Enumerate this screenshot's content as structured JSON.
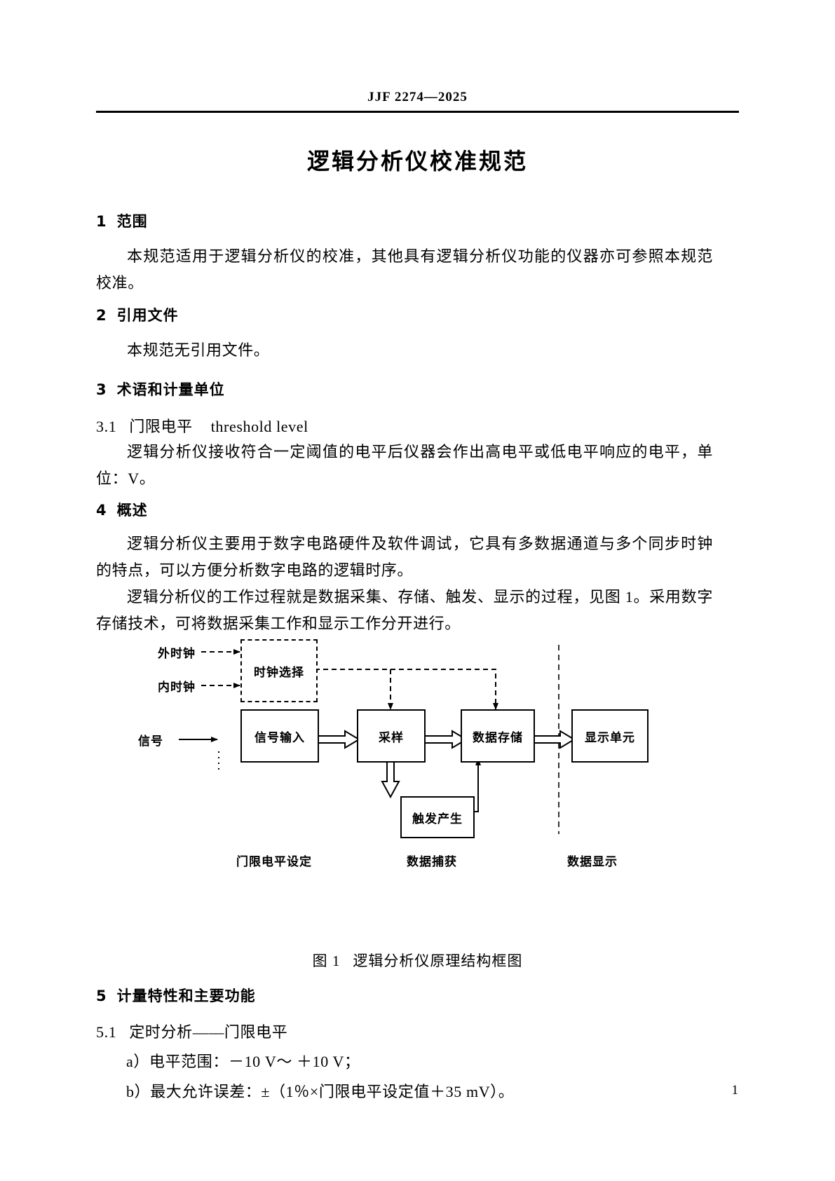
{
  "header": {
    "standard_no": "JJF 2274—2025"
  },
  "doc_title": "逻辑分析仪校准规范",
  "sections": [
    {
      "num": "1",
      "title": "范围"
    },
    {
      "num": "2",
      "title": "引用文件"
    },
    {
      "num": "3",
      "title": "术语和计量单位"
    },
    {
      "num": "4",
      "title": "概述"
    },
    {
      "num": "5",
      "title": "计量特性和主要功能"
    }
  ],
  "paragraphs": {
    "scope": "本规范适用于逻辑分析仪的校准，其他具有逻辑分析仪功能的仪器亦可参照本规范校准。",
    "references": "本规范无引用文件。",
    "term_def": "逻辑分析仪接收符合一定阈值的电平后仪器会作出高电平或低电平响应的电平，单位：V。",
    "overview_1": "逻辑分析仪主要用于数字电路硬件及软件调试，它具有多数据通道与多个同步时钟的特点，可以方便分析数字电路的逻辑时序。",
    "overview_2": "逻辑分析仪的工作过程就是数据采集、存储、触发、显示的过程，见图 1。采用数字存储技术，可将数据采集工作和显示工作分开进行。"
  },
  "term": {
    "num": "3.1",
    "cn": "门限电平",
    "en": "threshold level"
  },
  "subsection_5_1": {
    "num": "5.1",
    "title": "定时分析——门限电平",
    "items": [
      "a）电平范围：－10 V～ ＋10 V；",
      "b）最大允许误差：±（1％×门限电平设定值＋35 mV）。"
    ]
  },
  "figure": {
    "caption_label": "图 1",
    "caption_text": "逻辑分析仪原理结构框图",
    "inputs": [
      {
        "name": "ext-clock",
        "label": "外时钟"
      },
      {
        "name": "int-clock",
        "label": "内时钟"
      },
      {
        "name": "signal",
        "label": "信号"
      }
    ],
    "blocks": [
      {
        "name": "clock-select",
        "label": "时钟选择",
        "style": "dashed"
      },
      {
        "name": "signal-input",
        "label": "信号输入",
        "style": "solid"
      },
      {
        "name": "sampling",
        "label": "采样",
        "style": "solid"
      },
      {
        "name": "data-storage",
        "label": "数据存储",
        "style": "solid"
      },
      {
        "name": "display-unit",
        "label": "显示单元",
        "style": "solid"
      },
      {
        "name": "trigger-generation",
        "label": "触发产生",
        "style": "solid"
      }
    ],
    "zone_labels": [
      {
        "name": "threshold-setting",
        "label": "门限电平设定"
      },
      {
        "name": "data-capture",
        "label": "数据捕获"
      },
      {
        "name": "data-display",
        "label": "数据显示"
      }
    ]
  },
  "page_number": "1"
}
